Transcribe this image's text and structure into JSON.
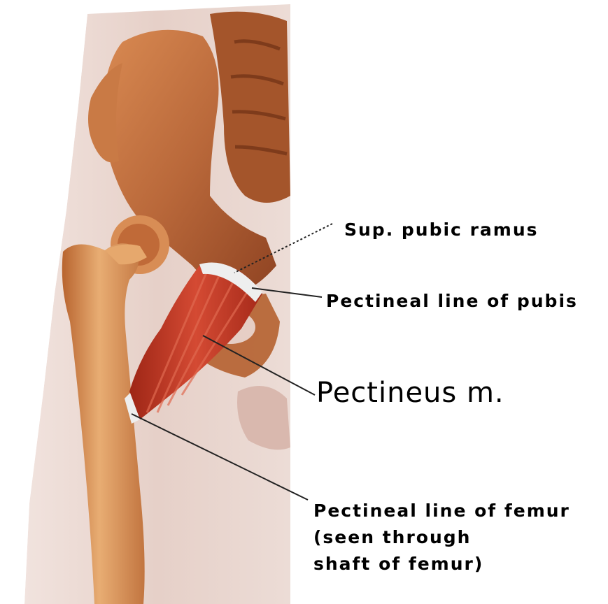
{
  "labels": {
    "sup_pubic_ramus": "Sup. pubic ramus",
    "pectineal_line_pubis": "Pectineal line of pubis",
    "pectineus": "Pectineus m.",
    "pectineal_line_femur": [
      "Pectineal line of femur",
      "(seen through",
      "shaft of femur)"
    ]
  },
  "colors": {
    "skin": "#ead8d2",
    "skin_shade": "#d9b8ae",
    "bone": "#c97a45",
    "bone_dark": "#8f4322",
    "bone_light": "#e3a26a",
    "muscle": "#b83222",
    "muscle_light": "#d8503a",
    "tendon": "#eeeeee",
    "leader_line": "#222222"
  }
}
